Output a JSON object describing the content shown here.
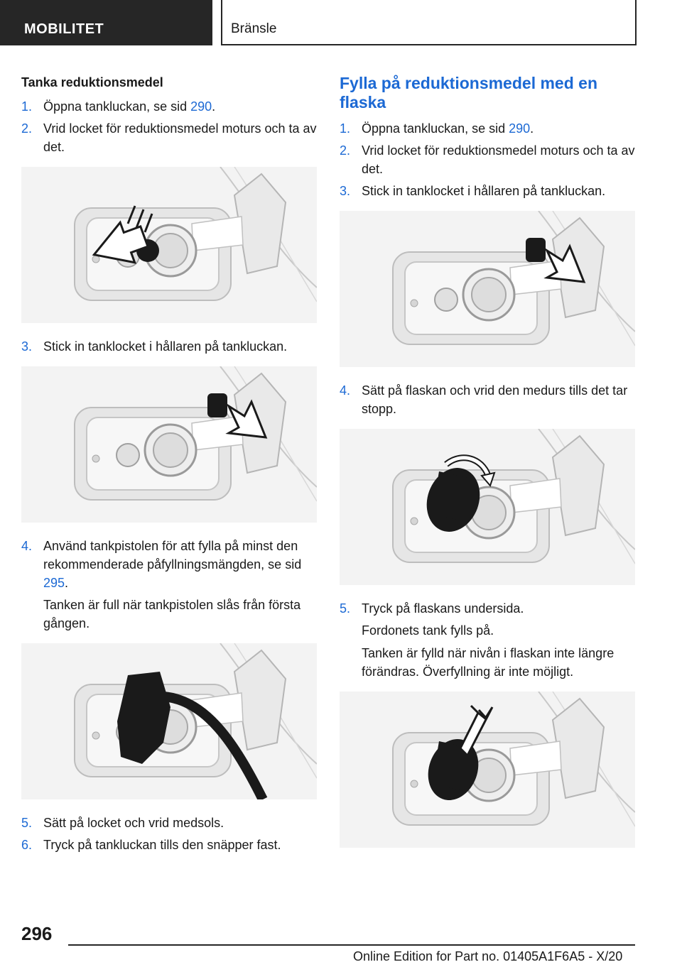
{
  "header": {
    "section": "MOBILITET",
    "chapter": "Bränsle"
  },
  "left": {
    "subtitle": "Tanka reduktionsmedel",
    "steps": [
      {
        "num": "1.",
        "pre": "Öppna tankluckan, se sid ",
        "link": "290",
        "post": "."
      },
      {
        "num": "2.",
        "text": "Vrid locket för reduktionsmedel moturs och ta av det."
      },
      {
        "num": "3.",
        "text": "Stick in tanklocket i hållaren på tankluckan."
      },
      {
        "num": "4.",
        "pre": "Använd tankpistolen för att fylla på minst den rekommenderade påfyllningsmängden, se sid ",
        "link": "295",
        "post": ".",
        "note": "Tanken är full när tankpistolen slås från första gången."
      },
      {
        "num": "5.",
        "text": "Sätt på locket och vrid medsols."
      },
      {
        "num": "6.",
        "text": "Tryck på tankluckan tills den snäpper fast."
      }
    ]
  },
  "right": {
    "heading": "Fylla på reduktionsmedel med en flaska",
    "steps": [
      {
        "num": "1.",
        "pre": "Öppna tankluckan, se sid ",
        "link": "290",
        "post": "."
      },
      {
        "num": "2.",
        "text": "Vrid locket för reduktionsmedel moturs och ta av det."
      },
      {
        "num": "3.",
        "text": "Stick in tanklocket i hållaren på tankluckan."
      },
      {
        "num": "4.",
        "text": "Sätt på flaskan och vrid den medurs tills det tar stopp."
      },
      {
        "num": "5.",
        "text": "Tryck på flaskans undersida.",
        "note1": "Fordonets tank fylls på.",
        "note2": "Tanken är fylld när nivån i flaskan inte längre förändras. Överfyllning är inte möjligt."
      }
    ]
  },
  "footer": {
    "page": "296",
    "edition": "Online Edition for Part no. 01405A1F6A5 - X/20"
  }
}
